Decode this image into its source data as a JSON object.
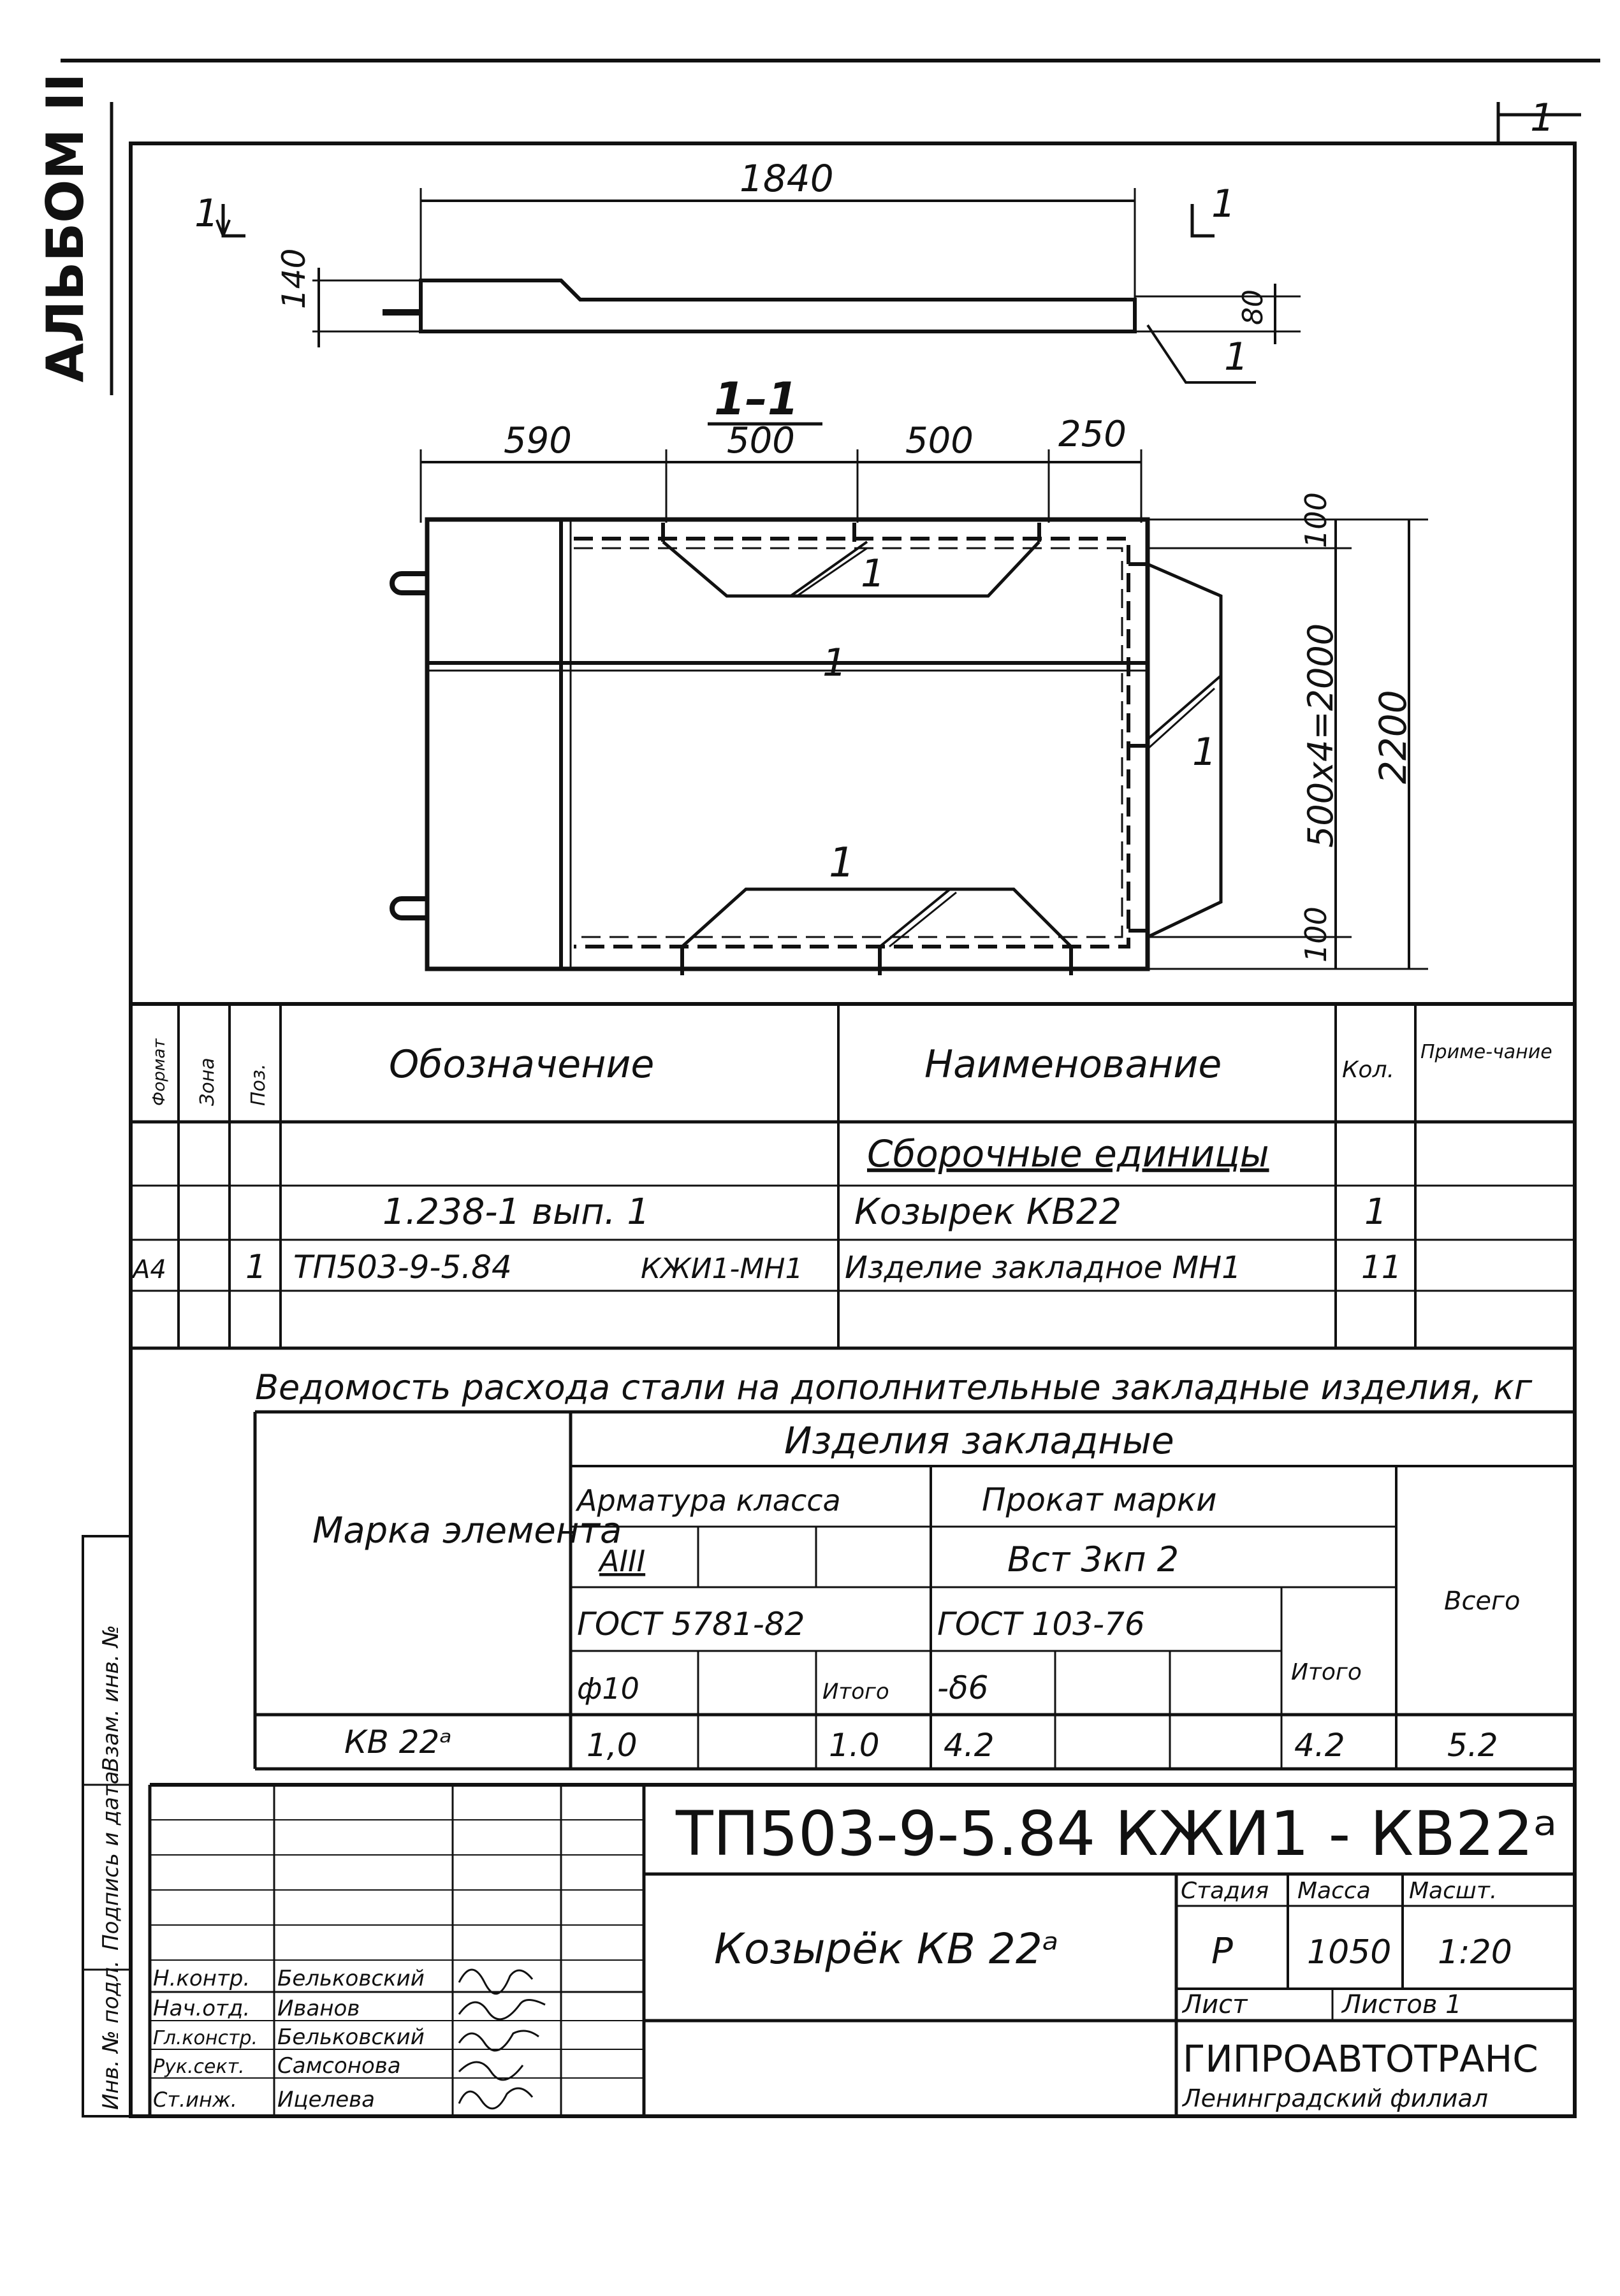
{
  "album_label": "АЛЬБОМ II",
  "page_number": "1",
  "elevation": {
    "length": "1840",
    "height_left": "140",
    "height_right": "80",
    "section_mark": "1",
    "position_callout": "1"
  },
  "section": {
    "title": "1–1",
    "dims_top": [
      "590",
      "500",
      "500",
      "250"
    ],
    "dim_inner": "500х4=2000",
    "dim_total": "2200",
    "dim_top_edge": "100",
    "dim_bottom_edge": "100",
    "callouts": [
      "1",
      "1",
      "1",
      "1"
    ]
  },
  "spec_table": {
    "headers": {
      "format": "Формат",
      "zone": "Зона",
      "pos": "Поз.",
      "designation": "Обозначение",
      "name": "Наименование",
      "qty": "Кол.",
      "note": "Приме-чание"
    },
    "section_title": "Сборочные единицы",
    "rows": [
      {
        "format": "",
        "pos": "",
        "designation": "1.238-1 вып. 1",
        "name": "Козырек  КВ22",
        "qty": "1"
      },
      {
        "format": "А4",
        "pos": "1",
        "designation": "ТП503-9-5.84",
        "designation_suffix": "КЖИ1-МН1",
        "name": "Изделие закладное МН1",
        "qty": "11"
      }
    ]
  },
  "steel_table": {
    "title": "Ведомость расхода стали на дополнительные закладные изделия, кг",
    "mark_header": "Марка элемента",
    "group_header": "Изделия закладные",
    "rebar_header": "Арматура класса",
    "rebar_class": "АIII",
    "rebar_gost": "ГОСТ 5781-82",
    "rebar_dia": "ф10",
    "rebar_total_header": "Итого",
    "rolled_header": "Прокат марки",
    "rolled_grade": "Вст 3кп 2",
    "rolled_gost": "ГОСТ 103-76",
    "rolled_size": "-δ6",
    "rolled_total_header": "Итого",
    "all_total_header": "Всего",
    "row": {
      "mark": "КВ 22ᵃ",
      "rebar_dia": "1,0",
      "rebar_total": "1.0",
      "rolled_size": "4.2",
      "rolled_total": "4.2",
      "all_total": "5.2"
    }
  },
  "title_block": {
    "doc_code": "ТП503-9-5.84 КЖИ1 - КВ22ᵃ",
    "item_title": "Козырёк КВ 22ᵃ",
    "stage_label": "Стадия",
    "mass_label": "Масса",
    "scale_label": "Масшт.",
    "stage": "Р",
    "mass": "1050",
    "scale": "1:20",
    "sheet_label": "Лист",
    "sheets_label": "Листов 1",
    "org_name": "ГИПРОАВТОТРАНС",
    "org_branch": "Ленинградский филиал",
    "staff": [
      {
        "role": "Н.контр.",
        "name": "Бельковский"
      },
      {
        "role": "Нач.отд.",
        "name": "Иванов"
      },
      {
        "role": "Гл.констр.",
        "name": "Бельковский"
      },
      {
        "role": "Рук.сект.",
        "name": "Самсонова"
      },
      {
        "role": "Ст.инж.",
        "name": "Ицелева"
      }
    ]
  },
  "side_stamp": {
    "original_inv": "Инв. № подл.",
    "sign_date": "Подпись и дата",
    "replace_inv": "Взам. инв. №"
  }
}
